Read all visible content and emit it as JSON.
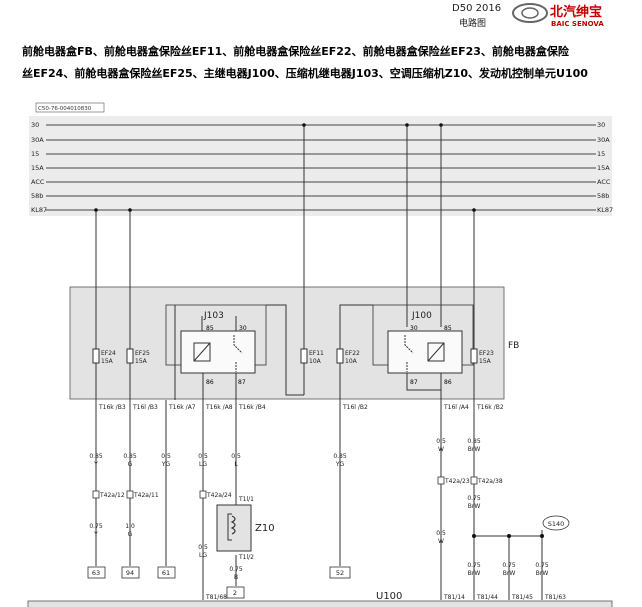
{
  "header": {
    "model": "D50 2016",
    "subtitle": "电路图",
    "brand_cn": "北汽绅宝",
    "brand_en": "BAIC SENOVA"
  },
  "title": {
    "line1": "前舱电器盒FB、前舱电器盒保险丝EF11、前舱电器盒保险丝EF22、前舱电器盒保险丝EF23、前舱电器盒保险",
    "line2": "丝EF24、前舱电器盒保险丝EF25、主继电器J100、压缩机继电器J103、空调压缩机Z10、发动机控制单元U100"
  },
  "diagram": {
    "code": "C50-76-004010830",
    "rails": [
      "30",
      "30A",
      "15",
      "15A",
      "ACC",
      "58b",
      "KL87"
    ],
    "fb_label": "FB",
    "u100_label": "U100",
    "relays": [
      {
        "name": "J103",
        "pin_a": "85",
        "pin_b": "30",
        "pin_c": "86",
        "pin_d": "87"
      },
      {
        "name": "J100",
        "pin_a": "30",
        "pin_b": "85",
        "pin_c": "87",
        "pin_d": "86"
      }
    ],
    "fuses": [
      {
        "name": "EF24",
        "rating": "15A"
      },
      {
        "name": "EF25",
        "rating": "15A"
      },
      {
        "name": "EF11",
        "rating": "10A"
      },
      {
        "name": "EF22",
        "rating": "10A"
      },
      {
        "name": "EF23",
        "rating": "15A"
      }
    ],
    "fb_pins": [
      "T16k /B3",
      "T16l /B3",
      "T16k /A7",
      "T16k /A8",
      "T16k /B4",
      "T16l /B2",
      "T16l /A4",
      "T16k /B2"
    ],
    "wires_top": [
      {
        "size": "0.85",
        "color": "Y"
      },
      {
        "size": "0.85",
        "color": "G"
      },
      {
        "size": "0.5",
        "color": "YG"
      },
      {
        "size": "0.5",
        "color": "LG"
      },
      {
        "size": "0.5",
        "color": "L"
      },
      {
        "size": "0.85",
        "color": "YG"
      },
      {
        "size": "0.5",
        "color": "W"
      },
      {
        "size": "0.85",
        "color": "BrW"
      }
    ],
    "connectors": [
      "T42a/12",
      "T42a/11",
      "T42a/24",
      "T1l/1",
      "T42a/23",
      "T42a/38"
    ],
    "wires_mid": [
      {
        "size": "0.75",
        "color": "Y"
      },
      {
        "size": "1.0",
        "color": "G"
      },
      {
        "size": "0.5",
        "color": "LG"
      },
      {
        "size": "0.5",
        "color": "W"
      },
      {
        "size": "0.75",
        "color": "BrW"
      }
    ],
    "z10": {
      "label": "Z10",
      "pin_bottom": "T1l/2",
      "wire_size": "0.75",
      "wire_color": "B"
    },
    "splice": "S140",
    "wires_bottom": [
      {
        "size": "0.75",
        "color": "BrW"
      },
      {
        "size": "0.75",
        "color": "BrW"
      },
      {
        "size": "0.75",
        "color": "BrW"
      }
    ],
    "refs": [
      "63",
      "94",
      "61",
      "2",
      "52"
    ],
    "ecu_pins": [
      "T81/68",
      "T81/14",
      "T81/44",
      "T81/45",
      "T81/63"
    ]
  }
}
